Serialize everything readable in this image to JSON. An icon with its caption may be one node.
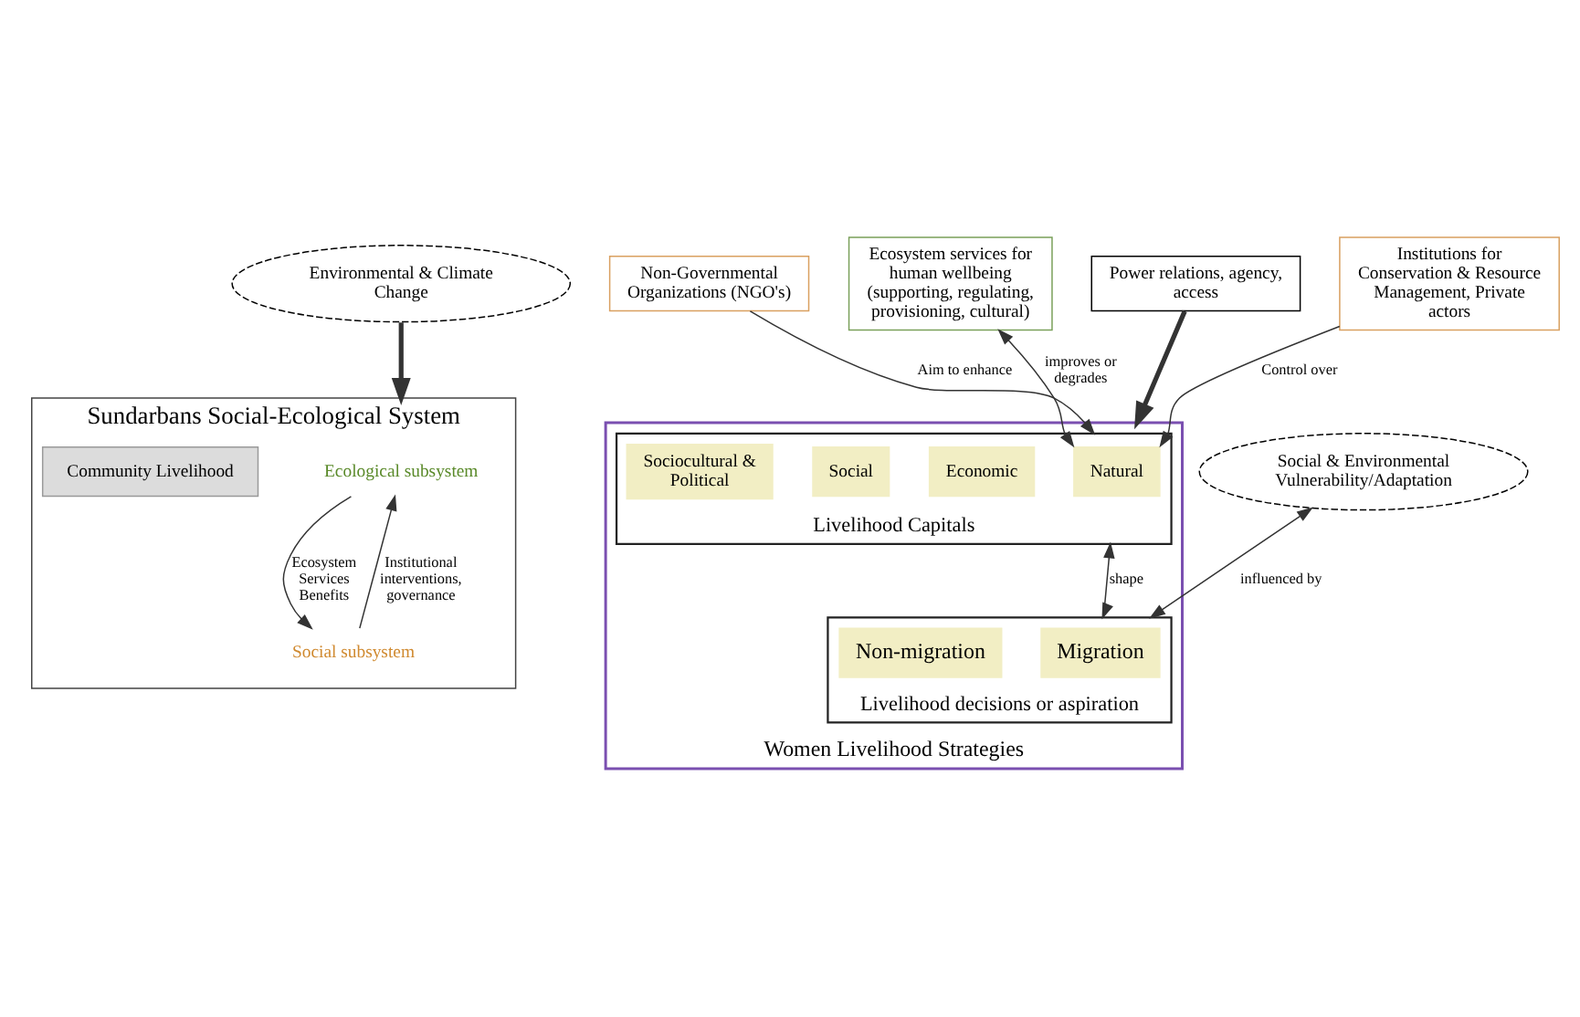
{
  "diagram": {
    "nodes": [
      {
        "text": [
          "Environmental & Climate Change"
        ]
      },
      {
        "text": [
          "Sundarbans Social-Ecological System"
        ]
      },
      {
        "text": [
          "Ecological subsystem"
        ],
        "in": 1
      },
      {
        "text": [
          "Community Livelihood"
        ],
        "in": 1
      },
      {
        "text": [
          "Social subsystem"
        ],
        "in": 1
      },
      {
        "text": [
          "Ecosystem services for human wellbeing (supporting, regulating, provisioning, cultural)"
        ]
      },
      {
        "text": [
          "Institutions for Conservation & Resource Management, Private actors"
        ]
      },
      {
        "text": [
          "Non-Governmental Organizations (NGO's)"
        ]
      },
      {
        "text": [
          "Women Livelihood Strategies"
        ]
      },
      {
        "text": [
          "Livelihood Capitals"
        ],
        "in": 8
      },
      {
        "text": [
          "Natural"
        ],
        "in": 9
      },
      {
        "text": [
          "Economic"
        ],
        "in": 9
      },
      {
        "text": [
          "Social"
        ],
        "in": 9
      },
      {
        "text": [
          "Sociocultural & Political"
        ],
        "in": 9
      },
      {
        "text": [
          "Livelihood decisions or aspiration"
        ],
        "in": 8
      },
      {
        "text": [
          "Migration"
        ],
        "in": 14
      },
      {
        "text": [
          "Non-migration"
        ],
        "in": 14
      },
      {
        "text": [
          "Power relations, agency, access"
        ]
      },
      {
        "text": [
          "Social & Environmental Vulnerability/Adaptation"
        ]
      }
    ],
    "edges": [
      {
        "from": 0,
        "to": 1,
        "arrow": "to",
        "style": "thick"
      },
      {
        "from": 4,
        "to": 2,
        "arrow": "to",
        "label": "Institutional interventions, governance"
      },
      {
        "from": 2,
        "to": 4,
        "arrow": "to",
        "label": "Ecosystem Services Benefits"
      },
      {
        "from": 5,
        "to": 10,
        "arrow": "both",
        "label": "improves or degrades"
      },
      {
        "from": 6,
        "to": 10,
        "arrow": "to",
        "label": "Control over"
      },
      {
        "from": 7,
        "to": 9,
        "arrow": "to",
        "label": "Aim to enhance"
      },
      {
        "from": 9,
        "to": 14,
        "arrow": "both",
        "label": "shape"
      },
      {
        "from": 18,
        "to": 14,
        "arrow": "both",
        "label": "influenced by"
      },
      {
        "from": 17,
        "to": 8,
        "arrow": "to",
        "style": "thick"
      }
    ]
  }
}
